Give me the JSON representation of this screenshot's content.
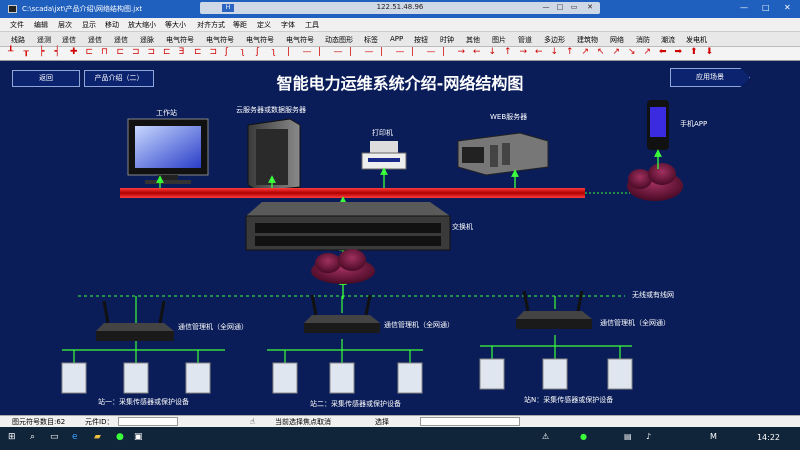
{
  "window": {
    "path": "C:\\scada\\jxt\\产品介绍\\网络结构图.jxt",
    "remote_ip": "122.51.48.96",
    "remote_controls": [
      "—",
      "□",
      "▭",
      "✕"
    ],
    "window_controls": [
      "—",
      "□",
      "✕"
    ]
  },
  "menu": [
    "文件",
    "编辑",
    "层次",
    "显示",
    "移动",
    "放大缩小",
    "等大小",
    "对齐方式",
    "等距",
    "定义",
    "字体",
    "工具"
  ],
  "tabs": [
    "线路",
    "遥测",
    "遥信",
    "遥信",
    "遥信",
    "遥脉",
    "电气符号",
    "电气符号",
    "电气符号",
    "电气符号",
    "动态图形",
    "标签",
    "APP",
    "按钮",
    "时钟",
    "其他",
    "图片",
    "管道",
    "多边形",
    "建筑物",
    "网络",
    "消防",
    "潮流",
    "发电机"
  ],
  "symbols": [
    "┸",
    "┰",
    "┝",
    "┥",
    "✚",
    "⊏",
    "⊓",
    "⊏",
    "⊐",
    "⊐",
    "⊏",
    "∃",
    "⊏",
    "⊐",
    "ʃ",
    "ʅ",
    "ʃ",
    "ʅ",
    "|",
    "—",
    "|",
    "—",
    "|",
    "—",
    "|",
    "—",
    "|",
    "—",
    "|",
    "→",
    "←",
    "↓",
    "↑",
    "→",
    "←",
    "↓",
    "↑",
    "↗",
    "↖",
    "↗",
    "↘",
    "↗",
    "⬅",
    "➡",
    "⬆",
    "⬇"
  ],
  "diagram": {
    "title": "智能电力运维系统介绍-网络结构图",
    "back_button": "返回",
    "product_button": "产品介绍（二）",
    "scene_button": "应用场景",
    "labels": {
      "workstation": "工作站",
      "cloud_server": "云服务器或数据服务器",
      "printer": "打印机",
      "web_server": "WEB服务器",
      "mobile_app": "手机APP",
      "switch": "交换机",
      "network": "无线或有线网",
      "gateway_1": "通信管理机（全网通）",
      "gateway_2": "通信管理机（全网通）",
      "gateway_3": "通信管理机（全网通）",
      "station_1": "站一：采集传感器或保护设备",
      "station_2": "站二：采集传感器或保护设备",
      "station_n": "站N：采集传感器或保护设备"
    },
    "colors": {
      "background": "#0a1d59",
      "bus_red": "#d80000",
      "link_green": "#3cff3c",
      "cloud": "#7a1a3a"
    }
  },
  "status": {
    "count_label": "图元符号数目:62",
    "id_label": "元件ID：",
    "id_value": "",
    "focus_text": "当前选择焦点取消",
    "select_text": "选择"
  },
  "taskbar": {
    "input_method": "M",
    "time": "14:22"
  }
}
